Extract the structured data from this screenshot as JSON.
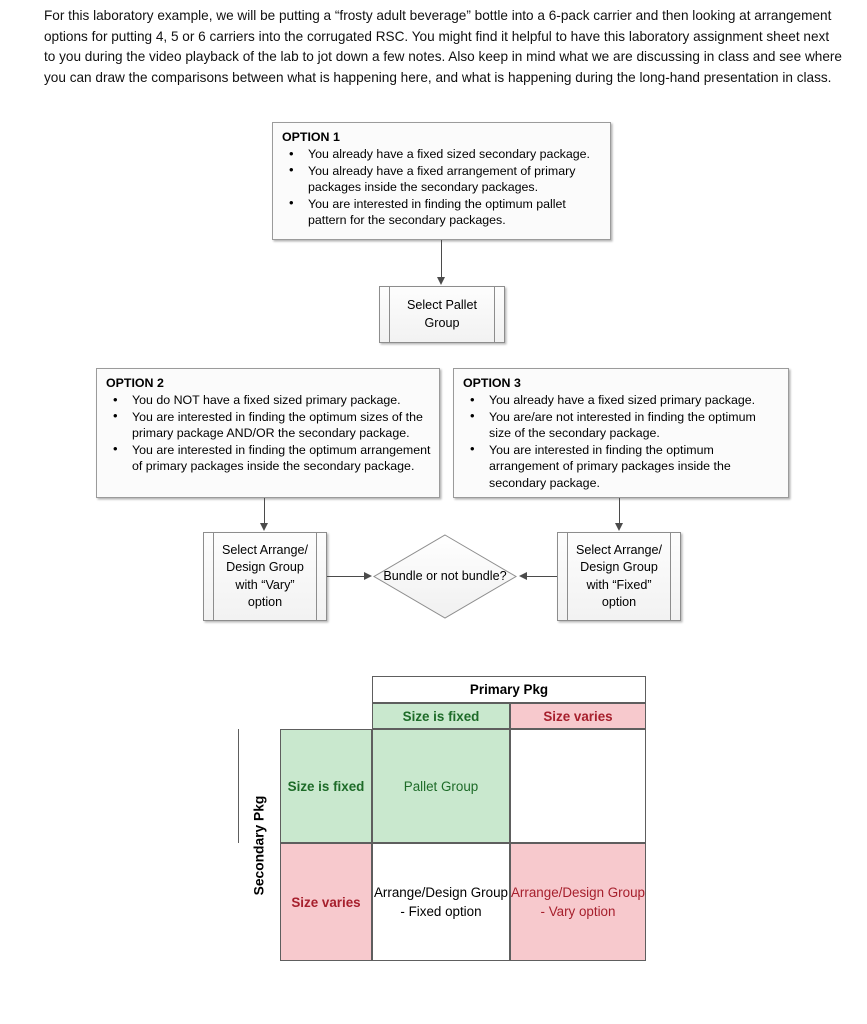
{
  "intro": {
    "paragraph": "For this laboratory example, we will be putting a “frosty adult beverage” bottle into a 6-pack carrier and then looking at arrangement options for putting 4, 5 or 6 carriers into the corrugated RSC.  You might find it helpful to have this laboratory assignment sheet next to you during the video playback of the lab to jot down a few notes.  Also keep in mind what we are discussing in class and see where you can draw the comparisons between what is happening here, and what is happening during the long-hand presentation in class."
  },
  "options": {
    "option1": {
      "title": "OPTION 1",
      "bullets": [
        "You already have a fixed sized secondary package.",
        "You already have a fixed arrangement of primary packages inside the secondary packages.",
        "You are interested in finding the optimum pallet pattern for the secondary packages."
      ]
    },
    "option2": {
      "title": "OPTION 2",
      "bullets": [
        "You do NOT have a fixed sized primary package.",
        "You are interested in finding the optimum sizes of the primary package AND/OR the secondary package.",
        "You are interested in finding the optimum arrangement of primary packages inside the secondary package."
      ]
    },
    "option3": {
      "title": "OPTION 3",
      "bullets": [
        "You already have a fixed sized primary package.",
        "You are/are not interested in finding the optimum size of the secondary package.",
        "You are interested in finding the optimum arrangement of primary packages inside the secondary package."
      ]
    }
  },
  "flow": {
    "select_pallet_group": "Select Pallet Group",
    "select_vary": "Select Arrange/ Design Group with “Vary” option",
    "select_fixed": "Select Arrange/ Design Group with “Fixed” option",
    "decision": "Bundle or not bundle?"
  },
  "matrix": {
    "primary_header": "Primary Pkg",
    "secondary_header": "Secondary Pkg",
    "col_headers": [
      "Size is fixed",
      "Size varies"
    ],
    "row_headers": [
      "Size is fixed",
      "Size varies"
    ],
    "cells": [
      [
        "Pallet Group",
        ""
      ],
      [
        "Arrange/Design Group - Fixed option",
        "Arrange/Design Group - Vary option"
      ]
    ],
    "colors": {
      "green_fill": "#c9e8ce",
      "pink_fill": "#f7c9cd",
      "green_text": "#1d6b28",
      "red_text": "#a61f2c"
    }
  }
}
